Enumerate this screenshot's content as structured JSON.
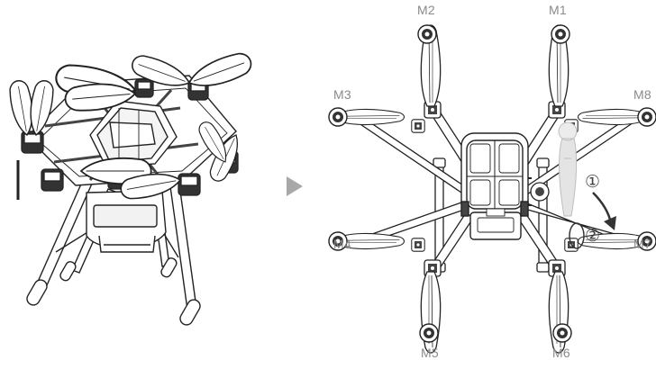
{
  "motor_labels": {
    "m1": "M1",
    "m2": "M2",
    "m3": "M3",
    "m4": "M4",
    "m5": "M5",
    "m6": "M6",
    "m7": "M7",
    "m8": "M8"
  },
  "steps": {
    "step1": "①",
    "step2": "②"
  },
  "colors": {
    "line": "#222222",
    "fill": "#ffffff",
    "shade": "#cfcfcf",
    "arrow": "#a8a8a8",
    "label": "#8a8a8a"
  }
}
